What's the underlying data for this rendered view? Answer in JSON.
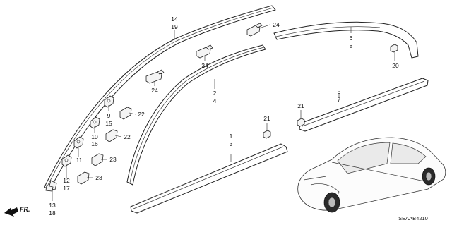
{
  "callouts": {
    "n14": "14",
    "n19": "19",
    "n24a": "24",
    "n24b": "24",
    "n24c": "24",
    "n6": "6",
    "n8": "8",
    "n20": "20",
    "n2": "2",
    "n4": "4",
    "n5": "5",
    "n7": "7",
    "n9": "9",
    "n15": "15",
    "n22a": "22",
    "n22b": "22",
    "n10": "10",
    "n16": "16",
    "n11": "11",
    "n23a": "23",
    "n23b": "23",
    "n12": "12",
    "n17": "17",
    "n13": "13",
    "n18": "18",
    "n21a": "21",
    "n21b": "21",
    "n1": "1",
    "n3": "3"
  },
  "direction_label": "FR.",
  "diagram_code": "SEAAB4210",
  "icons": {
    "direction_arrow": "front-direction-arrow-icon"
  }
}
